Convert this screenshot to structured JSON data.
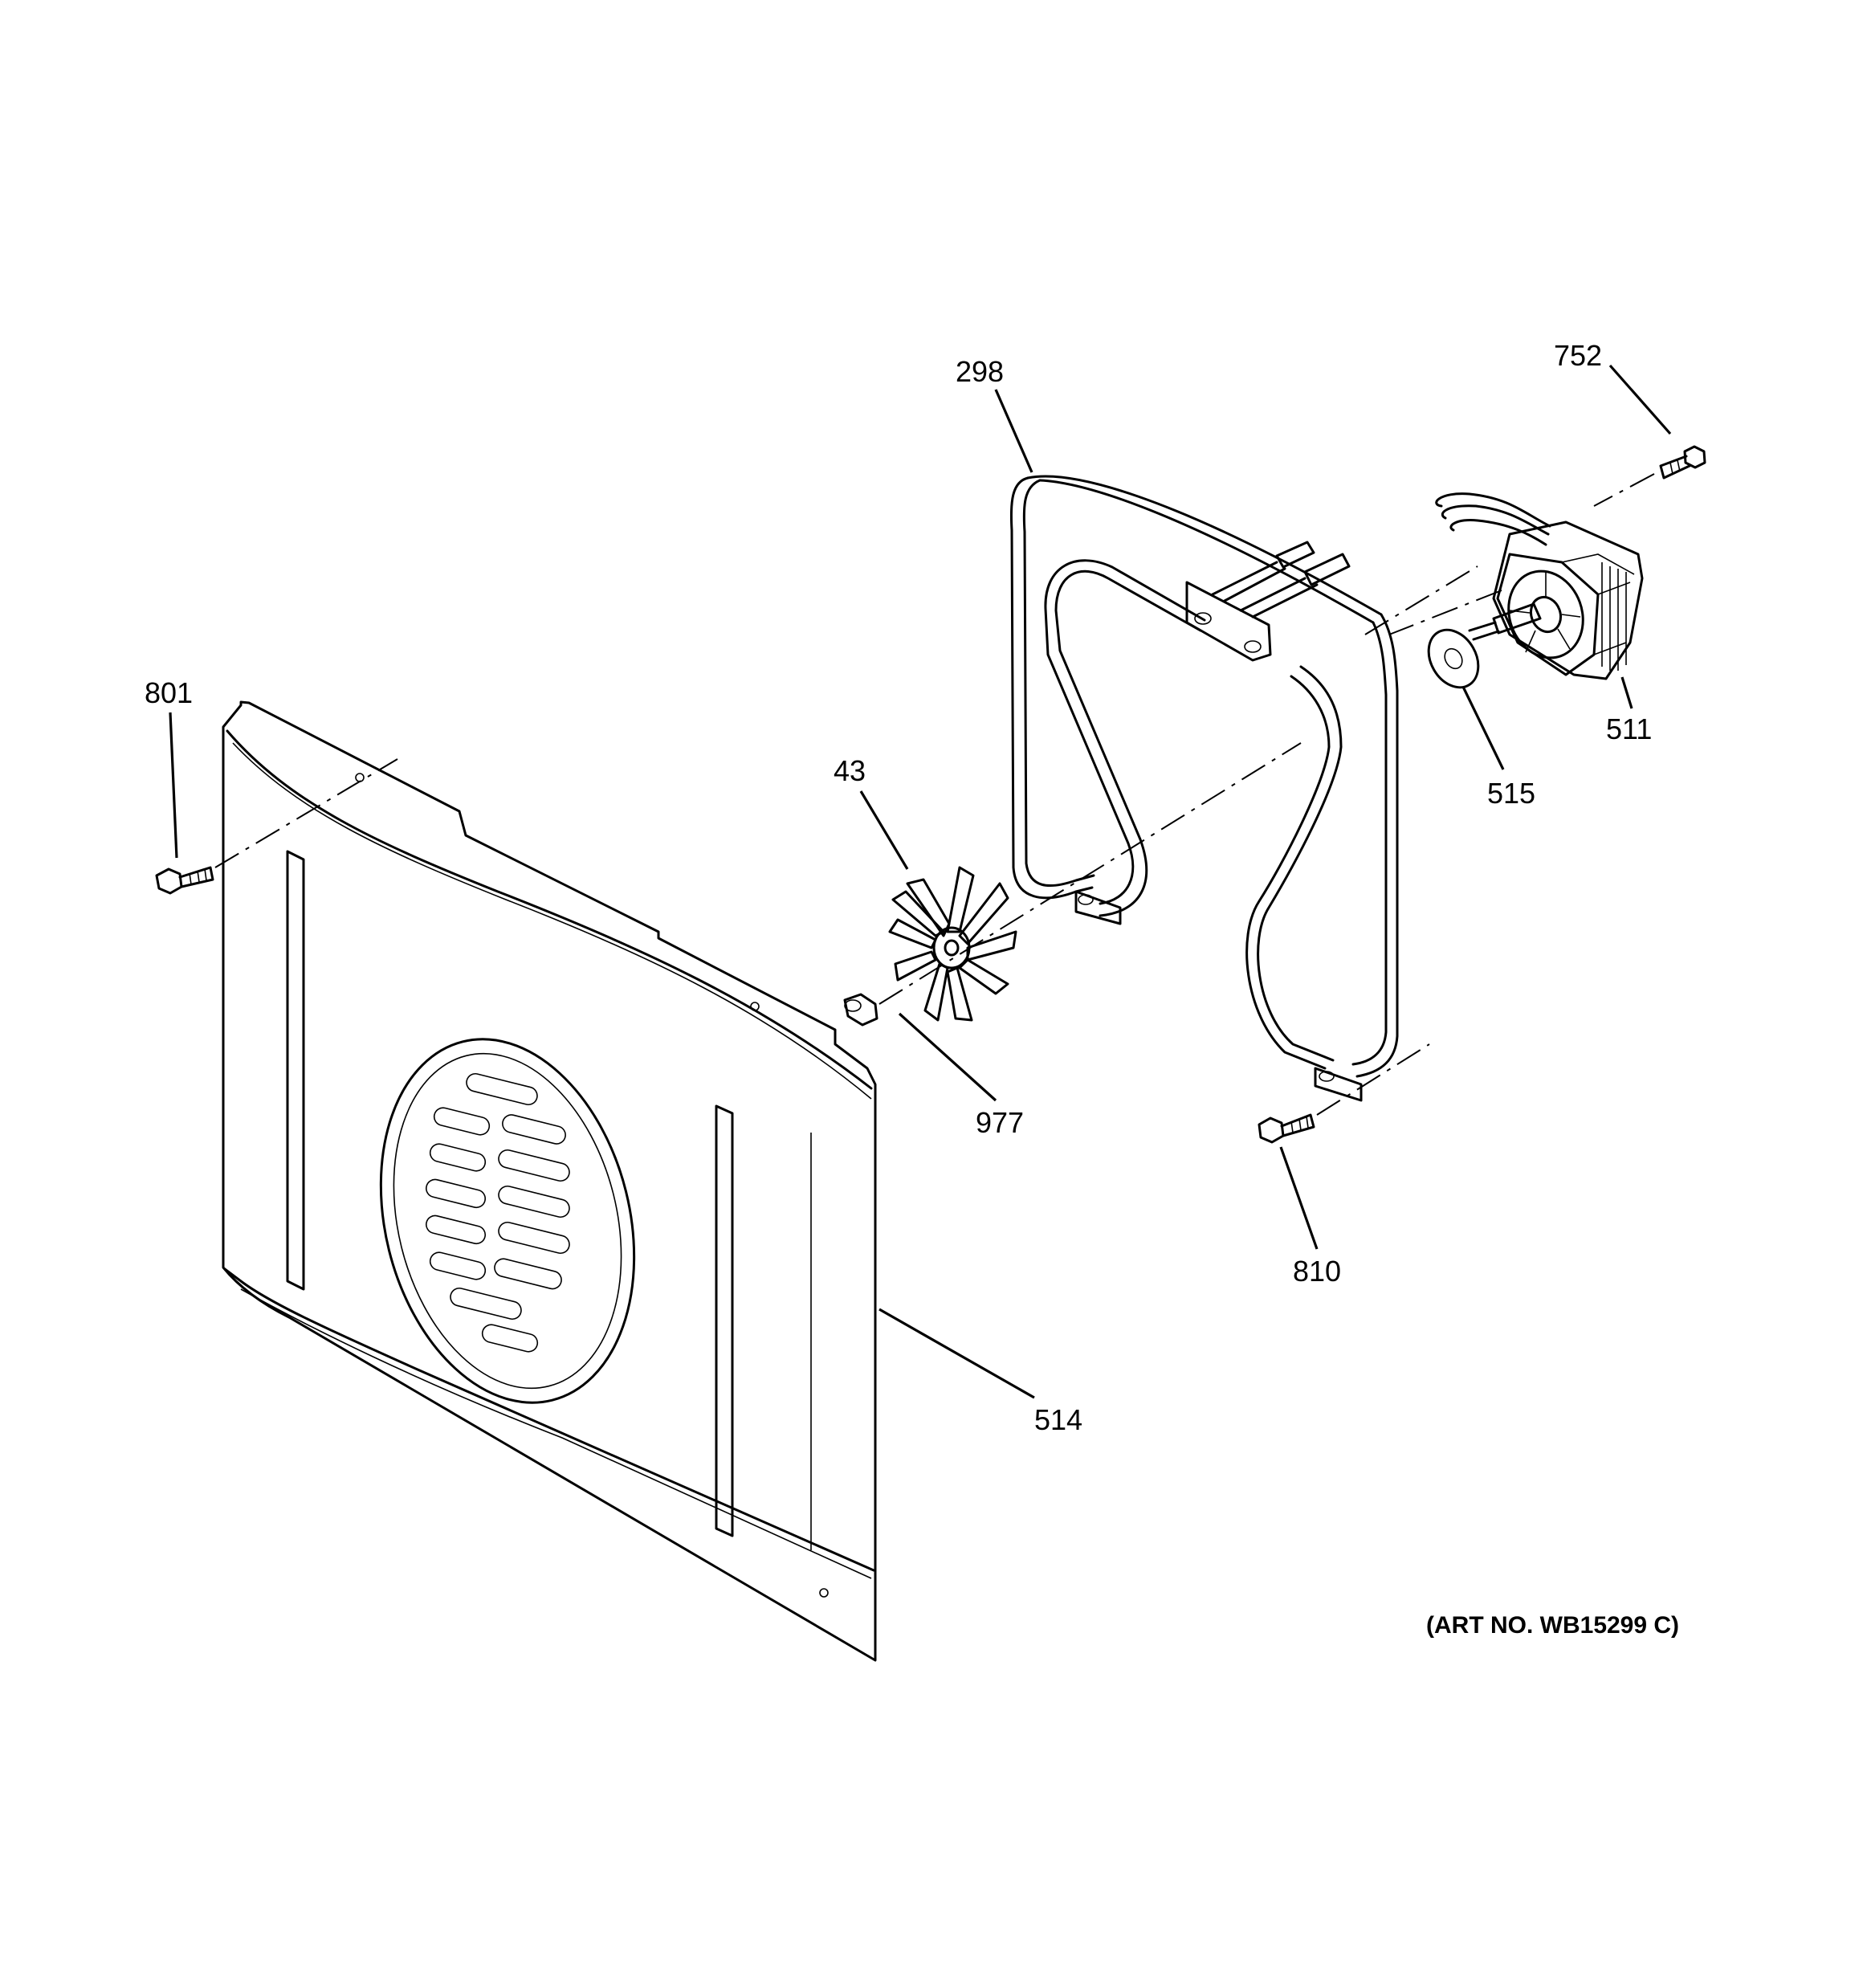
{
  "callouts": {
    "c298": "298",
    "c752": "752",
    "c801": "801",
    "c43": "43",
    "c511": "511",
    "c515": "515",
    "c977": "977",
    "c810": "810",
    "c514": "514"
  },
  "art_number": "(ART NO. WB15299 C)"
}
